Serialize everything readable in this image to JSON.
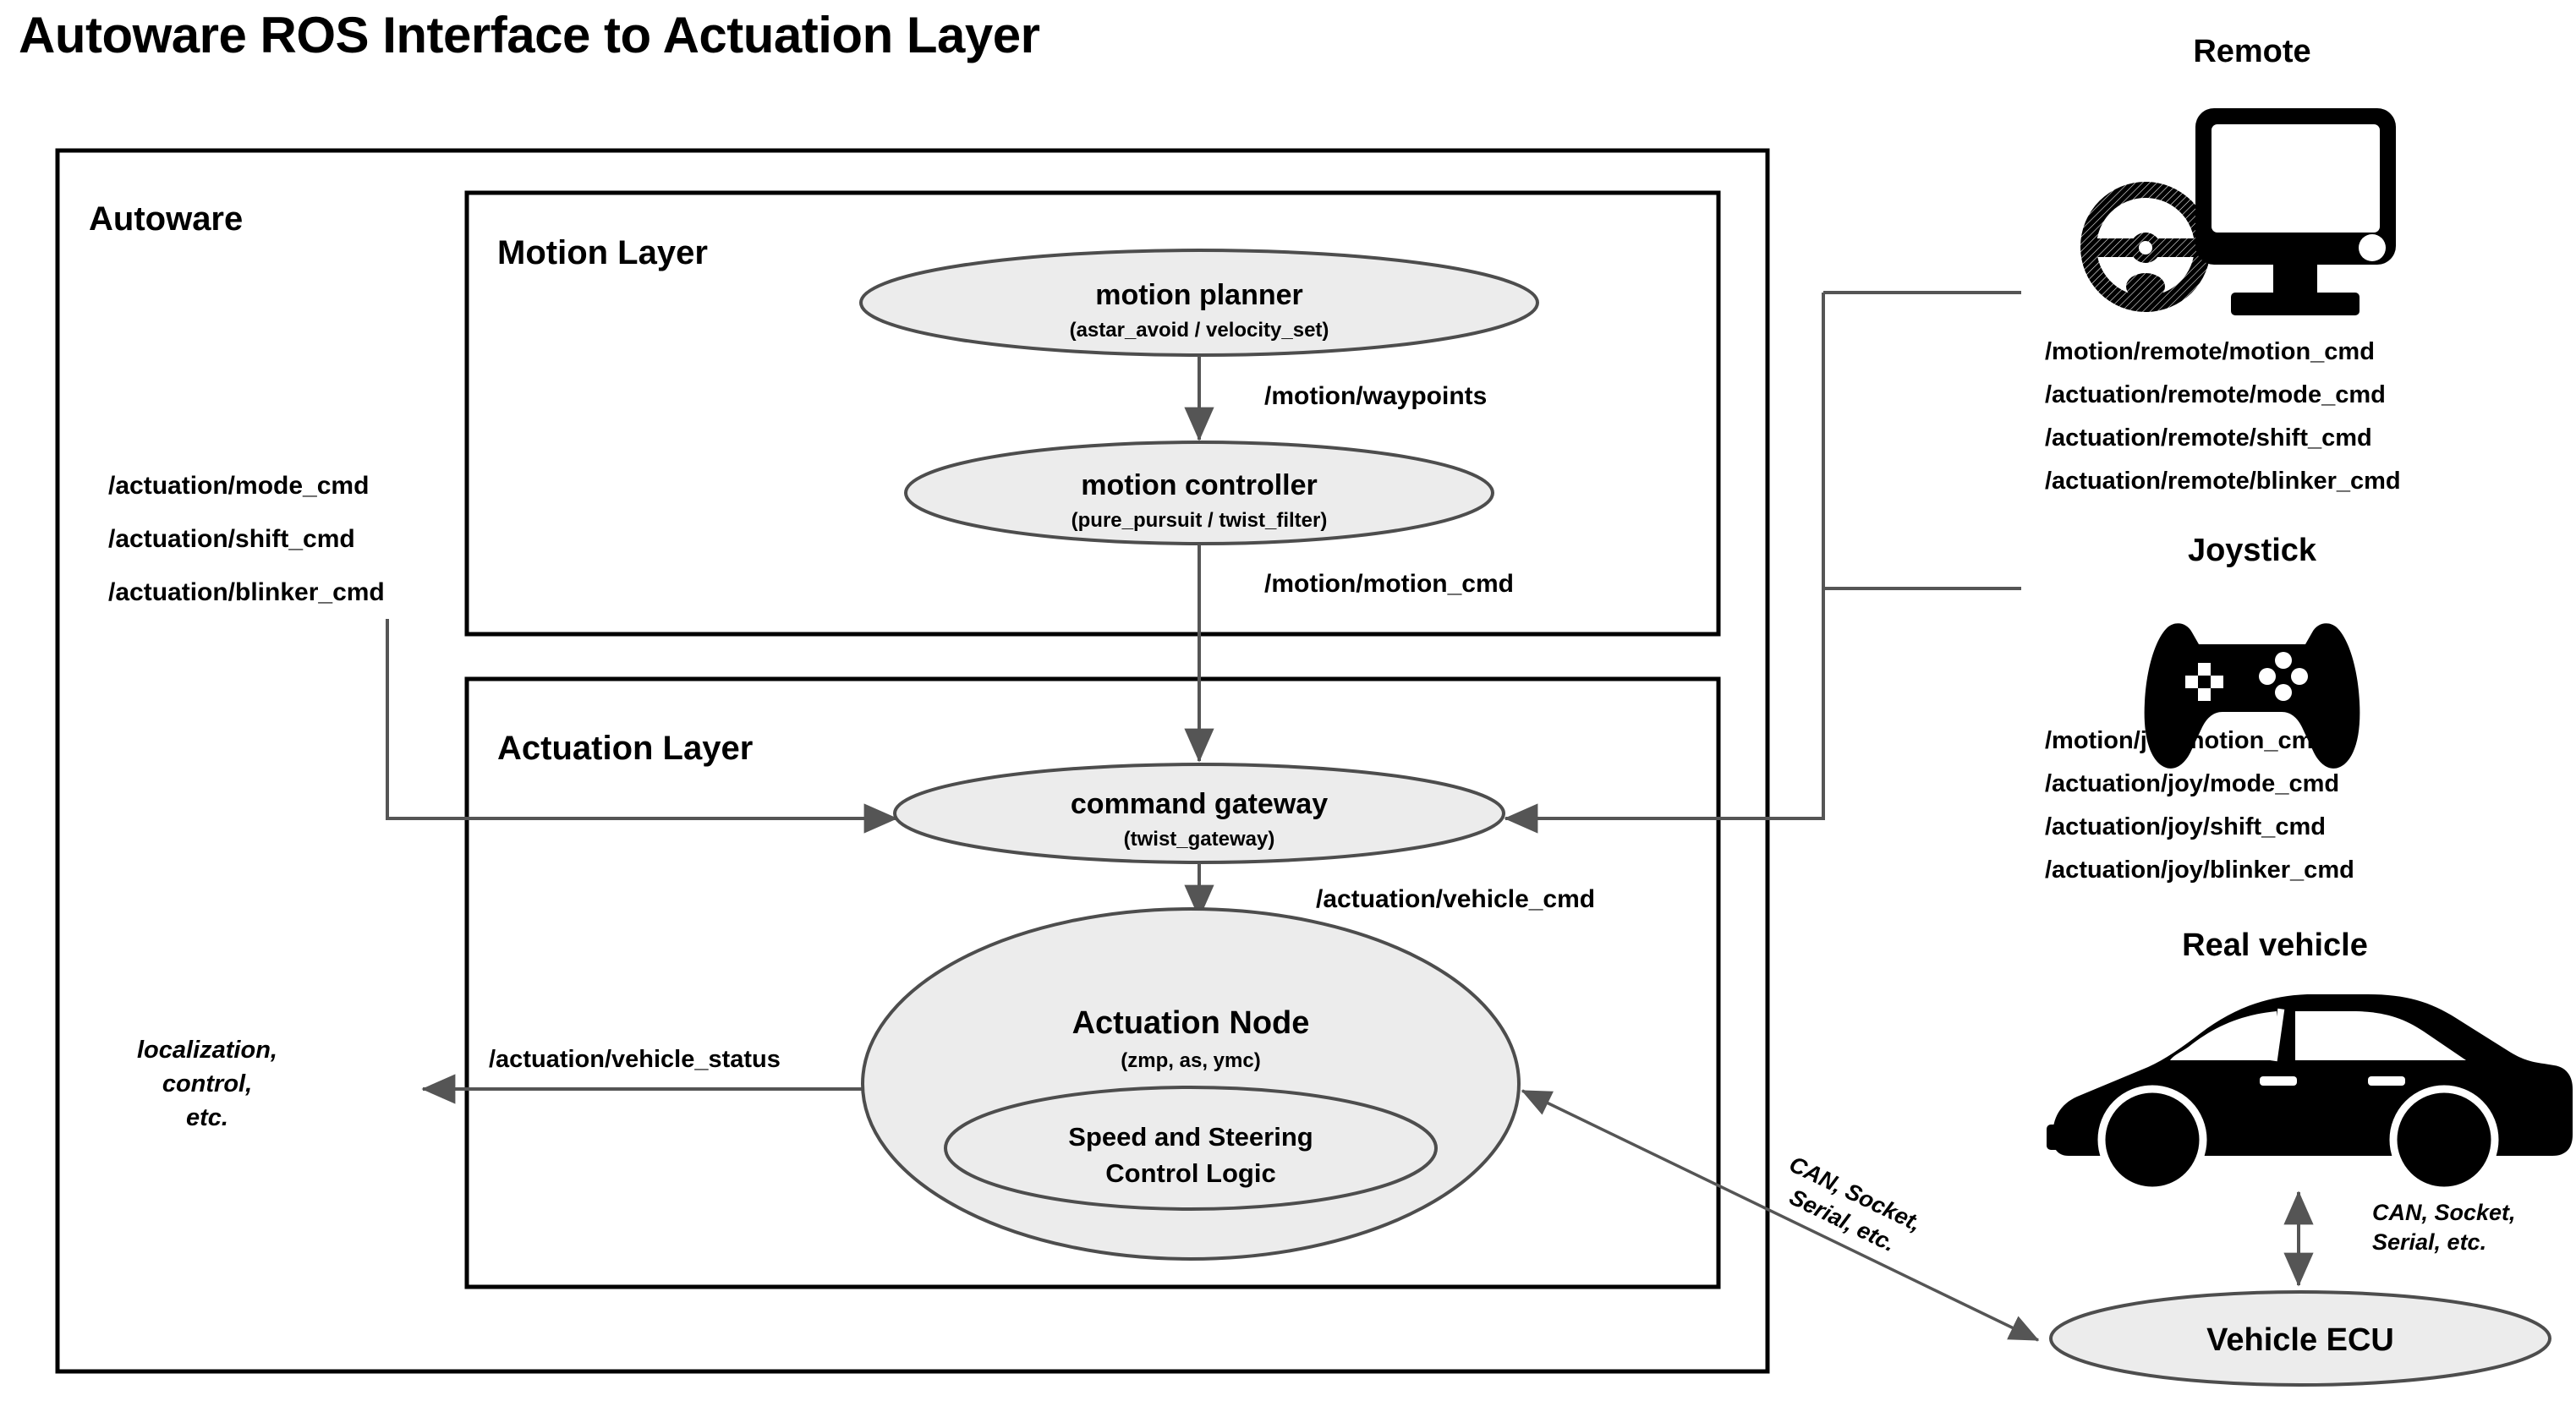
{
  "title": "Autoware ROS Interface to Actuation Layer",
  "containers": {
    "autoware": "Autoware",
    "motion_layer": "Motion Layer",
    "actuation_layer": "Actuation Layer"
  },
  "nodes": {
    "motion_planner": {
      "name": "motion planner",
      "impl": "(astar_avoid / velocity_set)"
    },
    "motion_controller": {
      "name": "motion controller",
      "impl": "(pure_pursuit / twist_filter)"
    },
    "command_gateway": {
      "name": "command gateway",
      "impl": "(twist_gateway)"
    },
    "actuation_node": {
      "name": "Actuation Node",
      "impl": "(zmp, as, ymc)"
    },
    "control_logic": {
      "line1": "Speed and Steering",
      "line2": "Control Logic"
    },
    "vehicle_ecu": {
      "name": "Vehicle ECU"
    }
  },
  "topics": {
    "waypoints": "/motion/waypoints",
    "motion_cmd": "/motion/motion_cmd",
    "vehicle_cmd": "/actuation/vehicle_cmd",
    "vehicle_status": "/actuation/vehicle_status"
  },
  "left_inputs": [
    "/actuation/mode_cmd",
    "/actuation/shift_cmd",
    "/actuation/blinker_cmd"
  ],
  "left_output": {
    "line1": "localization,",
    "line2": "control,",
    "line3": "etc."
  },
  "bus_label": {
    "line1": "CAN, Socket,",
    "line2": "Serial, etc."
  },
  "bus_label_vertical": {
    "line1": "CAN, Socket,",
    "line2": "Serial, etc."
  },
  "sidebar": {
    "remote": {
      "heading": "Remote",
      "icons": [
        "steering-wheel-icon",
        "monitor-icon"
      ],
      "topics": [
        "/motion/remote/motion_cmd",
        "/actuation/remote/mode_cmd",
        "/actuation/remote/shift_cmd",
        "/actuation/remote/blinker_cmd"
      ]
    },
    "joystick": {
      "heading": "Joystick",
      "icons": [
        "gamepad-icon"
      ],
      "topics": [
        "/motion/joy/motion_cmd",
        "/actuation/joy/mode_cmd",
        "/actuation/joy/shift_cmd",
        "/actuation/joy/blinker_cmd"
      ]
    },
    "real_vehicle": {
      "heading": "Real vehicle",
      "icons": [
        "car-icon"
      ]
    }
  },
  "colors": {
    "node_fill": "#ececec",
    "node_stroke": "#4d4d4d",
    "box_stroke": "#000000",
    "connector": "#555555",
    "icon": "#000000"
  }
}
